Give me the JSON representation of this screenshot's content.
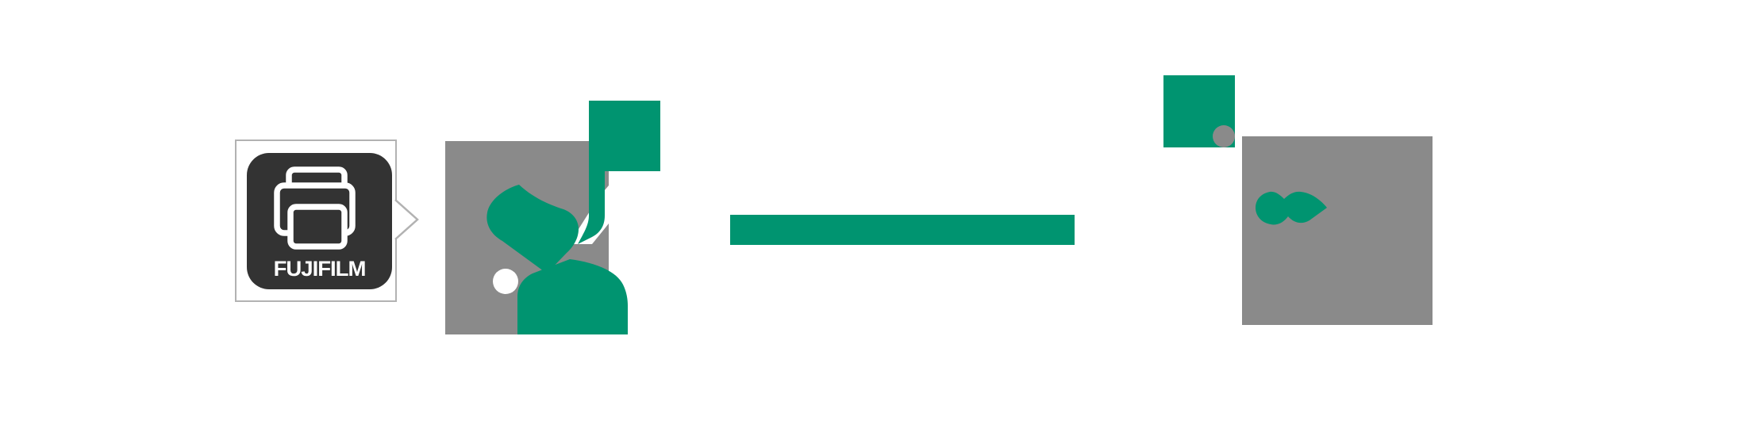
{
  "colors": {
    "brand_green": "#009470",
    "neutral_gray": "#8A8A8A",
    "icon_dark": "#333333",
    "bubble_border": "#B2B2B2",
    "background": "#FFFFFF",
    "icon_glyph": "#FFFFFF"
  },
  "app_badge": {
    "brand_label": "FUJIFILM",
    "icon": "printer-icon",
    "container": "speech-bubble"
  },
  "diagram": {
    "left_illustration": "hand-holding-phone-illustration",
    "connector": "connection-bar",
    "right_illustration": "printer-device-illustration"
  }
}
